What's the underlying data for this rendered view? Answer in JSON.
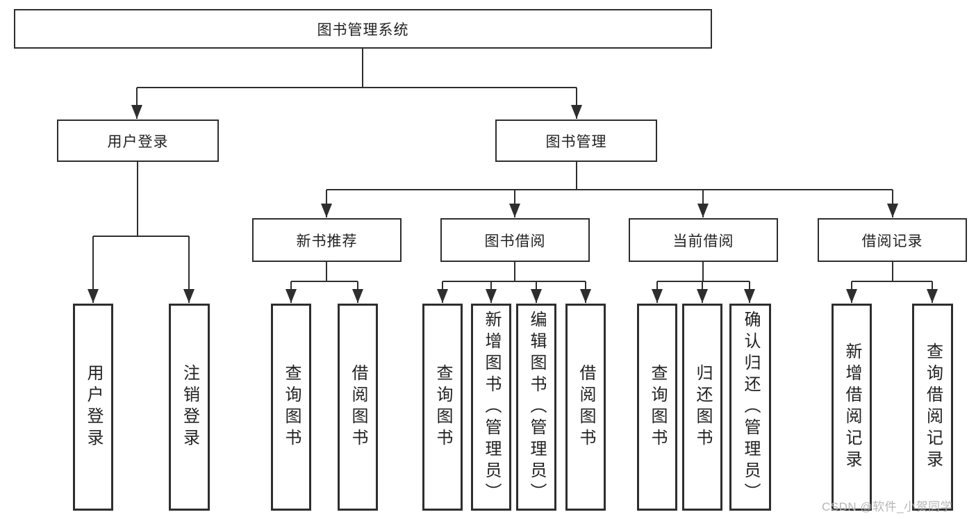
{
  "tree": {
    "label": "图书管理系统",
    "children": [
      {
        "label": "用户登录",
        "children": [
          {
            "label": "用户登录"
          },
          {
            "label": "注销登录"
          }
        ]
      },
      {
        "label": "图书管理",
        "children": [
          {
            "label": "新书推荐",
            "children": [
              {
                "label": "查询图书"
              },
              {
                "label": "借阅图书"
              }
            ]
          },
          {
            "label": "图书借阅",
            "children": [
              {
                "label": "查询图书"
              },
              {
                "label": "新增图书（管理员）"
              },
              {
                "label": "编辑图书（管理员）"
              },
              {
                "label": "借阅图书"
              }
            ]
          },
          {
            "label": "当前借阅",
            "children": [
              {
                "label": "查询图书"
              },
              {
                "label": "归还图书"
              },
              {
                "label": "确认归还（管理员）"
              }
            ]
          },
          {
            "label": "借阅记录",
            "children": [
              {
                "label": "新增借阅记录"
              },
              {
                "label": "查询借阅记录"
              }
            ]
          }
        ]
      }
    ]
  },
  "watermark": {
    "text": "CSDN @软件_小贺同学",
    "color": "#b2b2b2"
  },
  "colors": {
    "line": "#2e2e2e",
    "box_border": "#2e2e2e",
    "box_background": "#ffffff",
    "text": "#222222",
    "page_background": "#ffffff"
  }
}
